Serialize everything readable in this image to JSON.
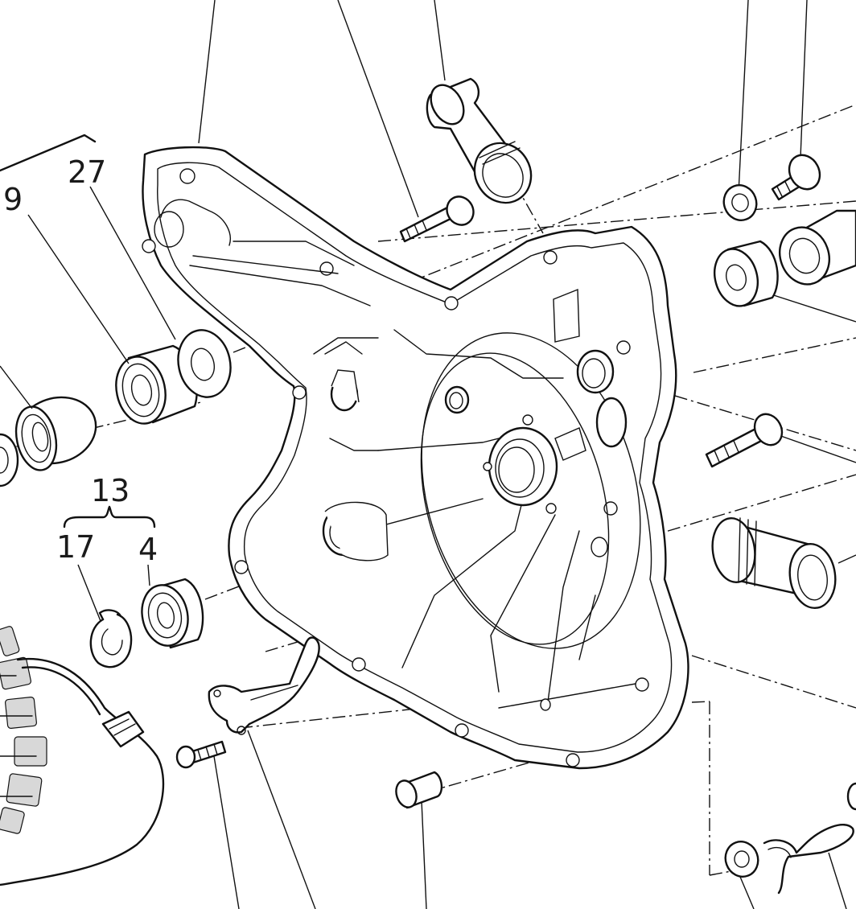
{
  "callouts": {
    "c27": "27",
    "c9": "9",
    "c13": "13",
    "c17": "17",
    "c4": "4"
  }
}
